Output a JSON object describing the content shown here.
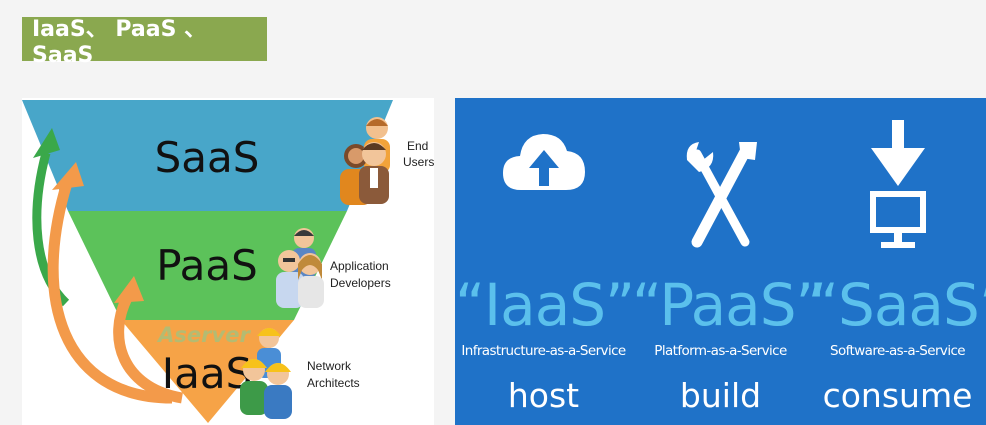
{
  "title": "IaaS、 PaaS 、SaaS",
  "pyramid": {
    "layers": [
      {
        "label": "SaaS",
        "color": "#48a6c9",
        "people": "End Users"
      },
      {
        "label": "PaaS",
        "color": "#5cc25a",
        "people": "Application Developers"
      },
      {
        "label": "IaaS",
        "color": "#f6a347",
        "people": "Network Architects"
      }
    ],
    "watermark": "Aserver",
    "people_labels": {
      "end_users_line1": "End",
      "end_users_line2": "Users",
      "app_dev_line1": "Application",
      "app_dev_line2": "Developers",
      "net_arch_line1": "Network",
      "net_arch_line2": "Architects"
    }
  },
  "services": [
    {
      "quote": "“IaaS”",
      "desc": "Infrastructure-as-a-Service",
      "verb": "host",
      "icon": "cloud-upload-icon"
    },
    {
      "quote": "“PaaS”",
      "desc": "Platform-as-a-Service",
      "verb": "build",
      "icon": "tools-icon"
    },
    {
      "quote": "“SaaS”",
      "desc": "Software-as-a-Service",
      "verb": "consume",
      "icon": "download-monitor-icon"
    }
  ],
  "colors": {
    "title_bg": "#8aa84f",
    "panel_blue": "#1f72c8",
    "quote_blue": "#5bc0ec",
    "arrow_green": "#3aa84a",
    "arrow_orange": "#f39a4a"
  }
}
